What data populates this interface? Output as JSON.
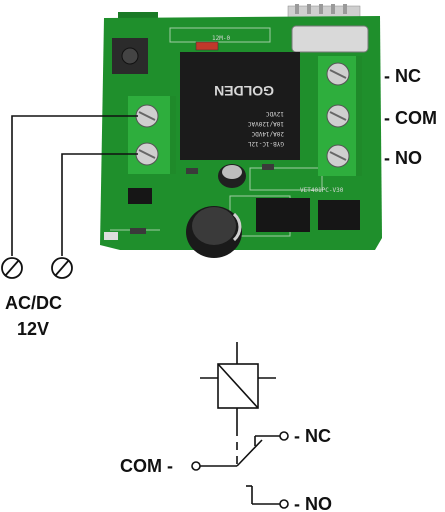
{
  "board": {
    "relay_brand": "GOLDEN",
    "relay_lines": [
      "GYB-1C-12L",
      "20A/14VDC",
      "10A/120VAC",
      "12VDC"
    ],
    "chip_label": "VET401PC-V30",
    "crystal_label": "12M-0",
    "pcb_color": "#1f8f2c",
    "terminal_color": "#2eae3d",
    "relay_color": "#1b1b1b"
  },
  "terminals_right": [
    "- NC",
    "- COM",
    "- NO"
  ],
  "power": {
    "label_line1": "AC/DC",
    "label_line2": "12V"
  },
  "schematic": {
    "com_label": "COM -",
    "nc_label": "- NC",
    "no_label": "- NO"
  }
}
